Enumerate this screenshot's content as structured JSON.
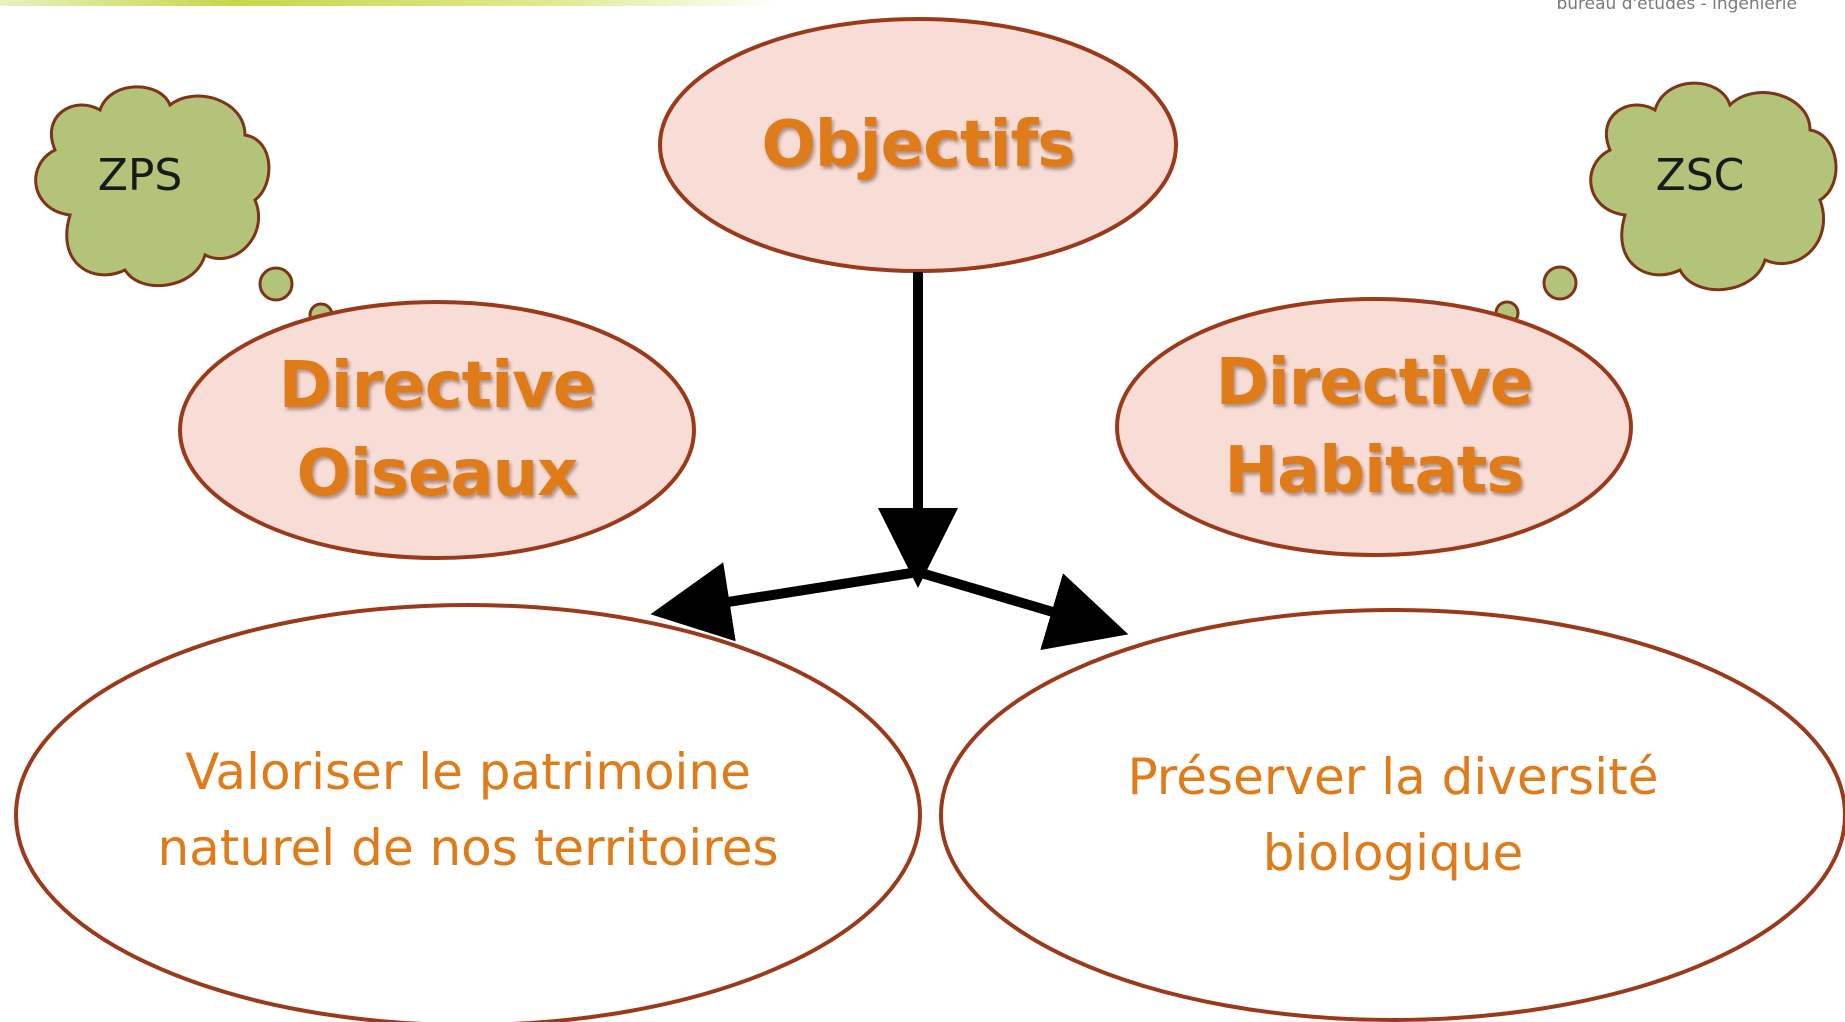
{
  "header": {
    "company_tagline": "bureau d'études - ingénierie"
  },
  "nodes": {
    "objectives": {
      "label": "Objectifs"
    },
    "birds_directive": {
      "label": "Directive\nOiseaux"
    },
    "habitats_directive": {
      "label": "Directive\nHabitats"
    },
    "goal_left": {
      "label": "Valoriser le patrimoine\nnaturel de nos territoires"
    },
    "goal_right": {
      "label": "Préserver la diversité\nbiologique"
    }
  },
  "clouds": {
    "left": {
      "label": "ZPS"
    },
    "right": {
      "label": "ZSC"
    }
  },
  "colors": {
    "ellipse_fill": "#f8dcd6",
    "ellipse_stroke": "#9b3a1a",
    "text_orange": "#e07b1a",
    "cloud_fill": "#b3c47a",
    "cloud_stroke": "#7d3417",
    "arrow": "#000000",
    "header_stripe": "#c6d64a"
  }
}
